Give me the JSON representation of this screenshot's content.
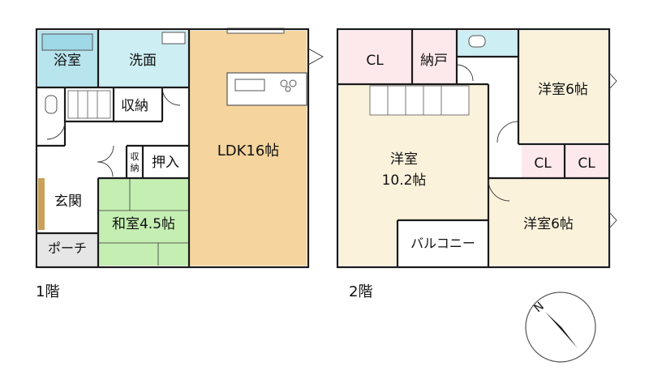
{
  "floor1": {
    "label": "1階",
    "rooms": {
      "bath": "浴室",
      "washroom": "洗面",
      "storage": "収納",
      "ldk": "LDK16帖",
      "storage_small_top": "収",
      "storage_small_bottom": "納",
      "closet": "押入",
      "entrance": "玄関",
      "japanese_room": "和室4.5帖",
      "porch": "ポーチ"
    }
  },
  "floor2": {
    "label": "2階",
    "rooms": {
      "cl_top": "CL",
      "nando": "納戸",
      "western_ne": "洋室6帖",
      "western_main_line1": "洋室",
      "western_main_line2": "10.2帖",
      "cl_mid_left": "CL",
      "cl_mid_right": "CL",
      "western_se": "洋室6帖",
      "balcony": "バルコニー"
    }
  },
  "compass": {
    "north_label": "N"
  },
  "colors": {
    "bath": "#b8e4ee",
    "washroom": "#cdeef3",
    "ldk": "#f5d59d",
    "japanese_room": "#c5eeb3",
    "porch": "#e6e6e6",
    "western": "#fbf2dc",
    "closet_pink": "#fde9ec",
    "wall": "#1a1a1a"
  }
}
